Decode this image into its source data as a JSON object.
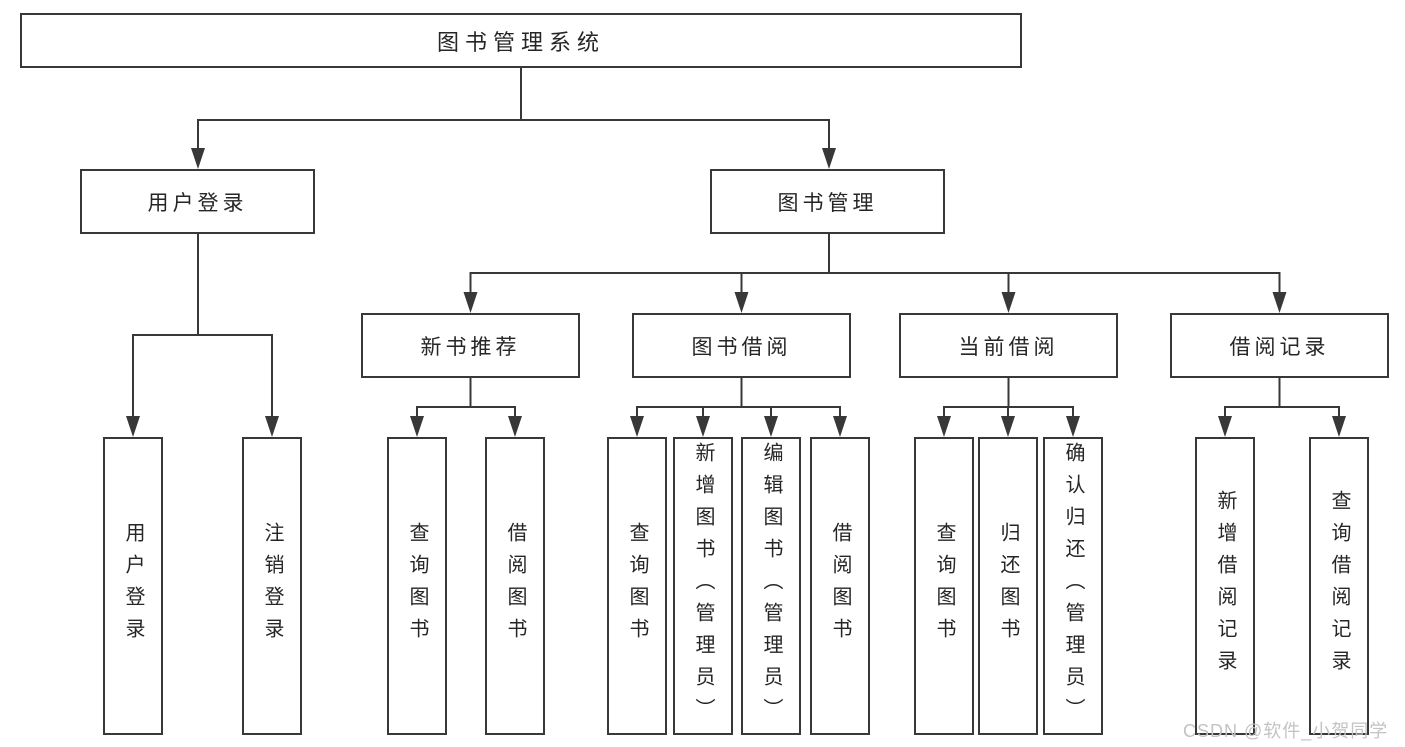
{
  "diagram": {
    "title": "图书管理系统",
    "type": "hierarchy-tree",
    "colors": {
      "line": "#383838",
      "box_border": "#383838",
      "box_fill": "#ffffff",
      "text": "#262626",
      "watermark": "#c3c3c3",
      "background": "#ffffff"
    },
    "root": {
      "label": "图书管理系统"
    },
    "level2": [
      {
        "label": "用户登录"
      },
      {
        "label": "图书管理"
      }
    ],
    "level3": [
      {
        "label": "新书推荐",
        "parent": "图书管理"
      },
      {
        "label": "图书借阅",
        "parent": "图书管理"
      },
      {
        "label": "当前借阅",
        "parent": "图书管理"
      },
      {
        "label": "借阅记录",
        "parent": "图书管理"
      }
    ],
    "leaves": [
      {
        "label": "用户登录",
        "parent": "用户登录"
      },
      {
        "label": "注销登录",
        "parent": "用户登录"
      },
      {
        "label": "查询图书",
        "parent": "新书推荐"
      },
      {
        "label": "借阅图书",
        "parent": "新书推荐"
      },
      {
        "label": "查询图书",
        "parent": "图书借阅"
      },
      {
        "label": "新增图书（管理员）",
        "parent": "图书借阅"
      },
      {
        "label": "编辑图书（管理员）",
        "parent": "图书借阅"
      },
      {
        "label": "借阅图书",
        "parent": "图书借阅"
      },
      {
        "label": "查询图书",
        "parent": "当前借阅"
      },
      {
        "label": "归还图书",
        "parent": "当前借阅"
      },
      {
        "label": "确认归还（管理员）",
        "parent": "当前借阅"
      },
      {
        "label": "新增借阅记录",
        "parent": "借阅记录"
      },
      {
        "label": "查询借阅记录",
        "parent": "借阅记录"
      }
    ]
  },
  "watermark": {
    "text": "CSDN @软件_小贺同学"
  }
}
